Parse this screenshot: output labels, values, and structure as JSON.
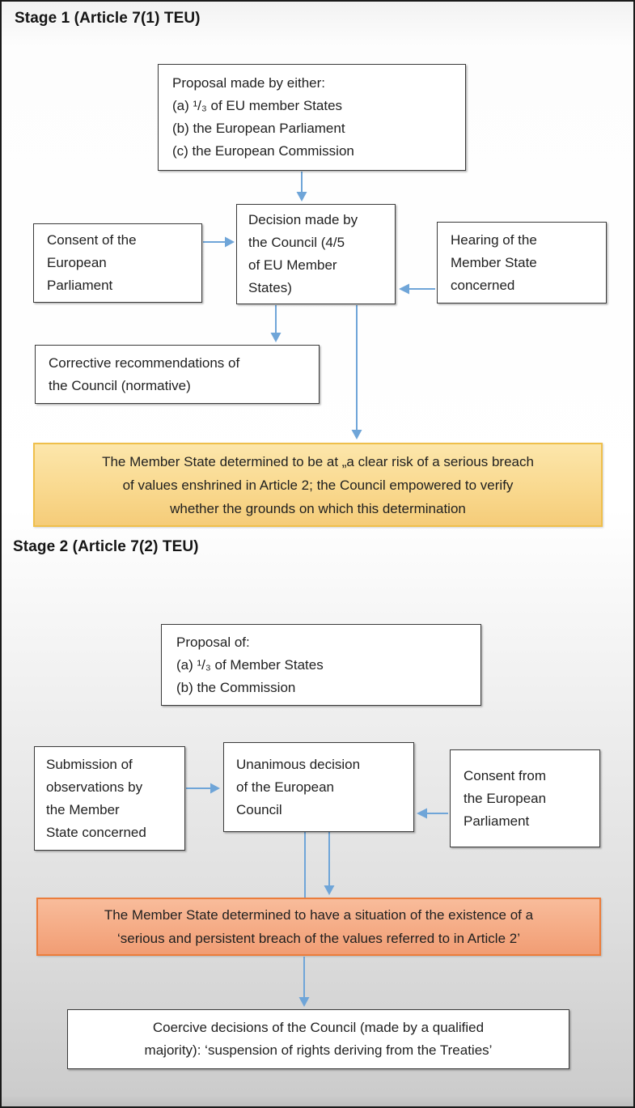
{
  "figure": {
    "type": "flowchart",
    "subject": "Article 7 TEU procedure"
  },
  "colors": {
    "arrow_blue": "#6FA5D8",
    "box_border": "#3A3A3A",
    "stage1_outcome_fill": "#F6CF7E",
    "stage1_outcome_border": "#EFBF4B",
    "stage2_outcome_fill": "#F2A078",
    "stage2_outcome_border": "#EB7D3C",
    "text": "#1F1F1F",
    "background_top": "#FFFFFF",
    "background_bottom": "#CCCCCC"
  },
  "stage1": {
    "heading": "Stage 1 (Article 7(1) TEU)",
    "boxes": {
      "proposal": "Proposal made by either:\n(a) ¹/₃ of EU member States\n(b) the European Parliament\n(c) the European Commission",
      "consent": "Consent of the\nEuropean\nParliament",
      "decision": "Decision made by\nthe Council (4/5\nof EU Member\nStates)",
      "hearing": "Hearing of the\nMember State\nconcerned",
      "corrective": "Corrective recommendations of\nthe Council (normative)",
      "outcome": "The Member State determined to be at „a clear risk of a serious breach\nof values enshrined in Article 2; the Council empowered to verify\nwhether the grounds on which this determination"
    }
  },
  "stage2": {
    "heading": "Stage 2 (Article 7(2) TEU)",
    "boxes": {
      "proposal": "Proposal of:\n(a) ¹/₃ of Member States\n(b) the Commission",
      "submission": "Submission of\nobservations by\nthe Member\nState concerned",
      "unanimous": "Unanimous decision\nof the European\nCouncil",
      "consent": "Consent from\nthe European\nParliament",
      "outcome": "The Member State determined to have a situation of the existence of a\n‘serious and persistent breach of the values referred to in Article 2’",
      "coercive": "Coercive decisions of the Council (made by a qualified\nmajority): ‘suspension of rights deriving from the Treaties’"
    }
  }
}
